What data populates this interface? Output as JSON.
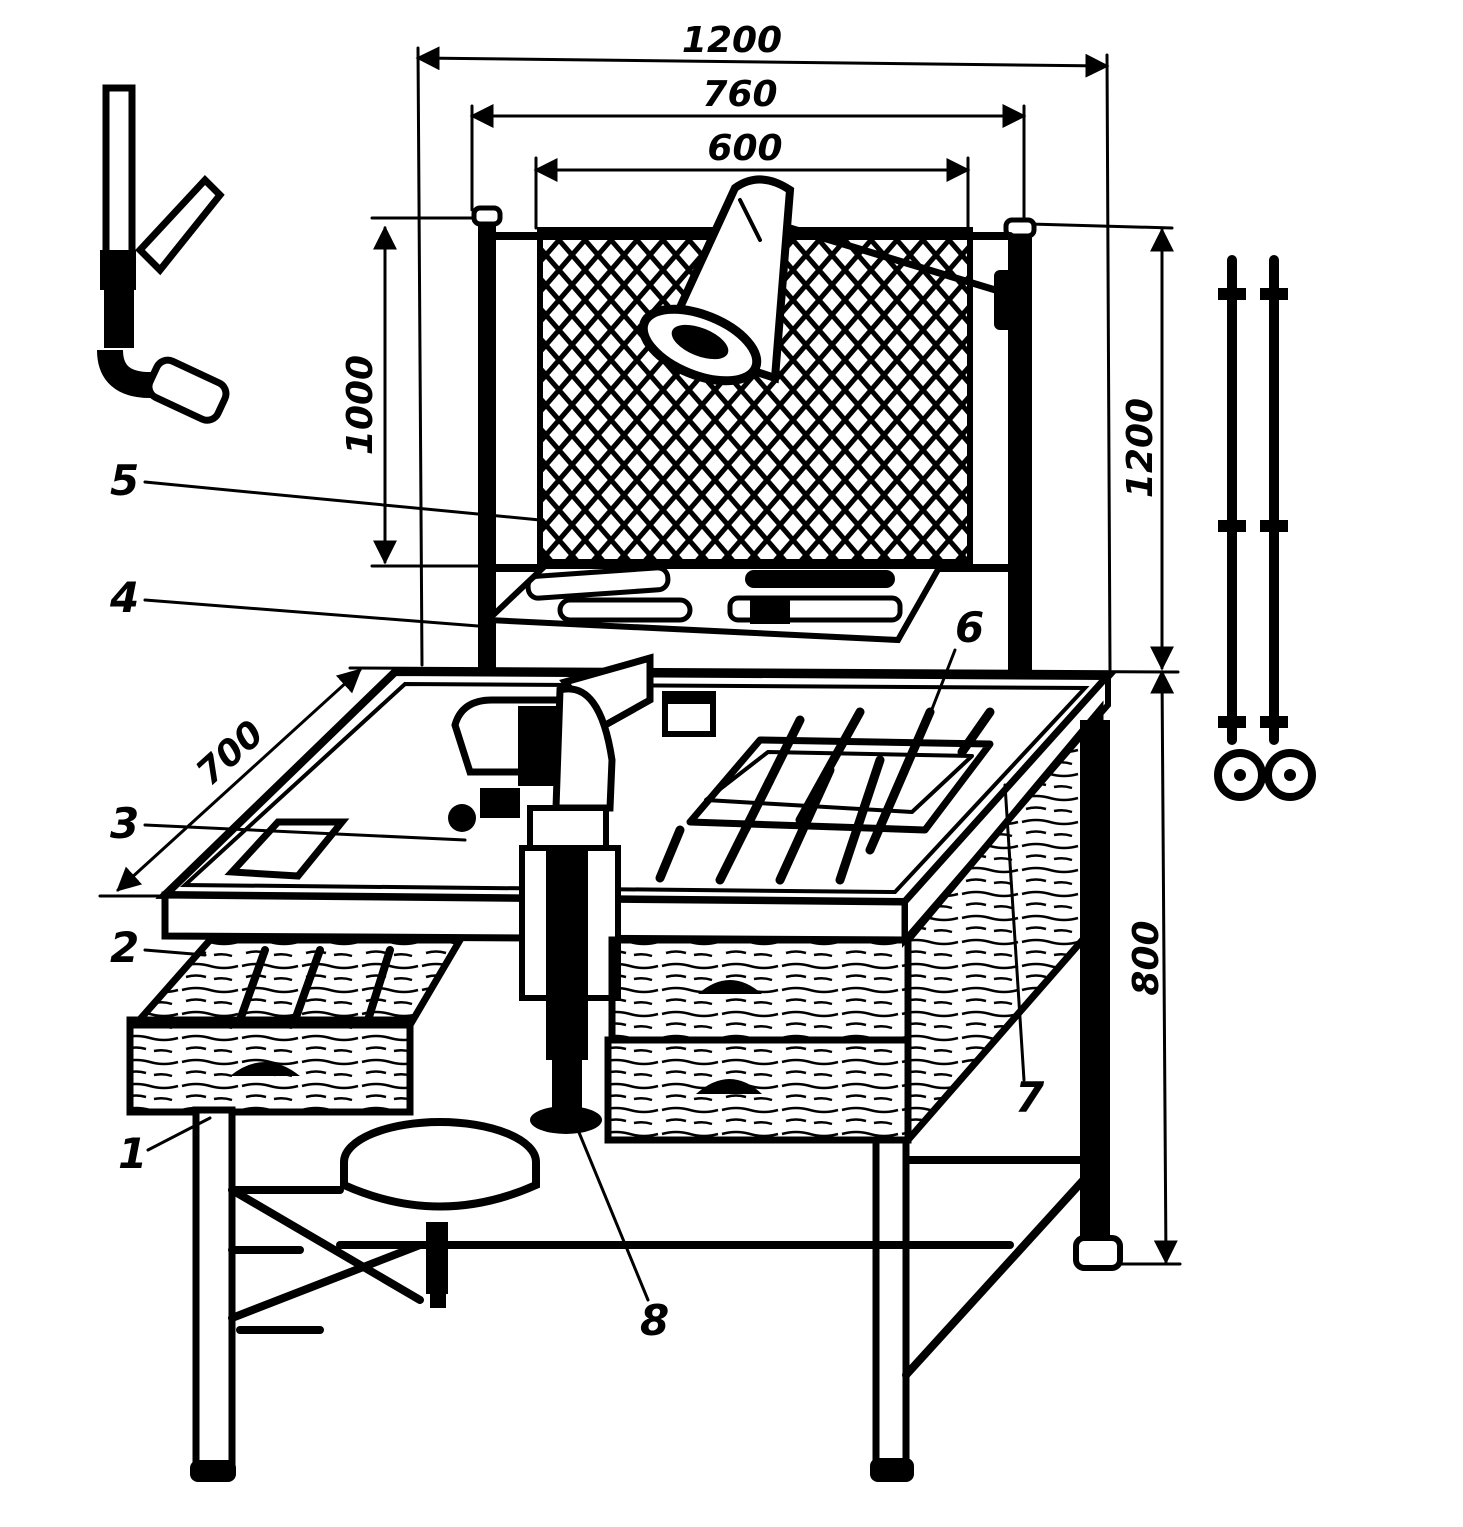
{
  "colors": {
    "ink": "#000000",
    "paper": "#ffffff"
  },
  "dimensions": {
    "width_outer": "1200",
    "width_mid": "760",
    "width_inner": "600",
    "screen_height": "1000",
    "frame_height": "1200",
    "table_height": "800",
    "table_depth": "700"
  },
  "callouts": [
    "1",
    "2",
    "3",
    "4",
    "5",
    "6",
    "7",
    "8"
  ]
}
